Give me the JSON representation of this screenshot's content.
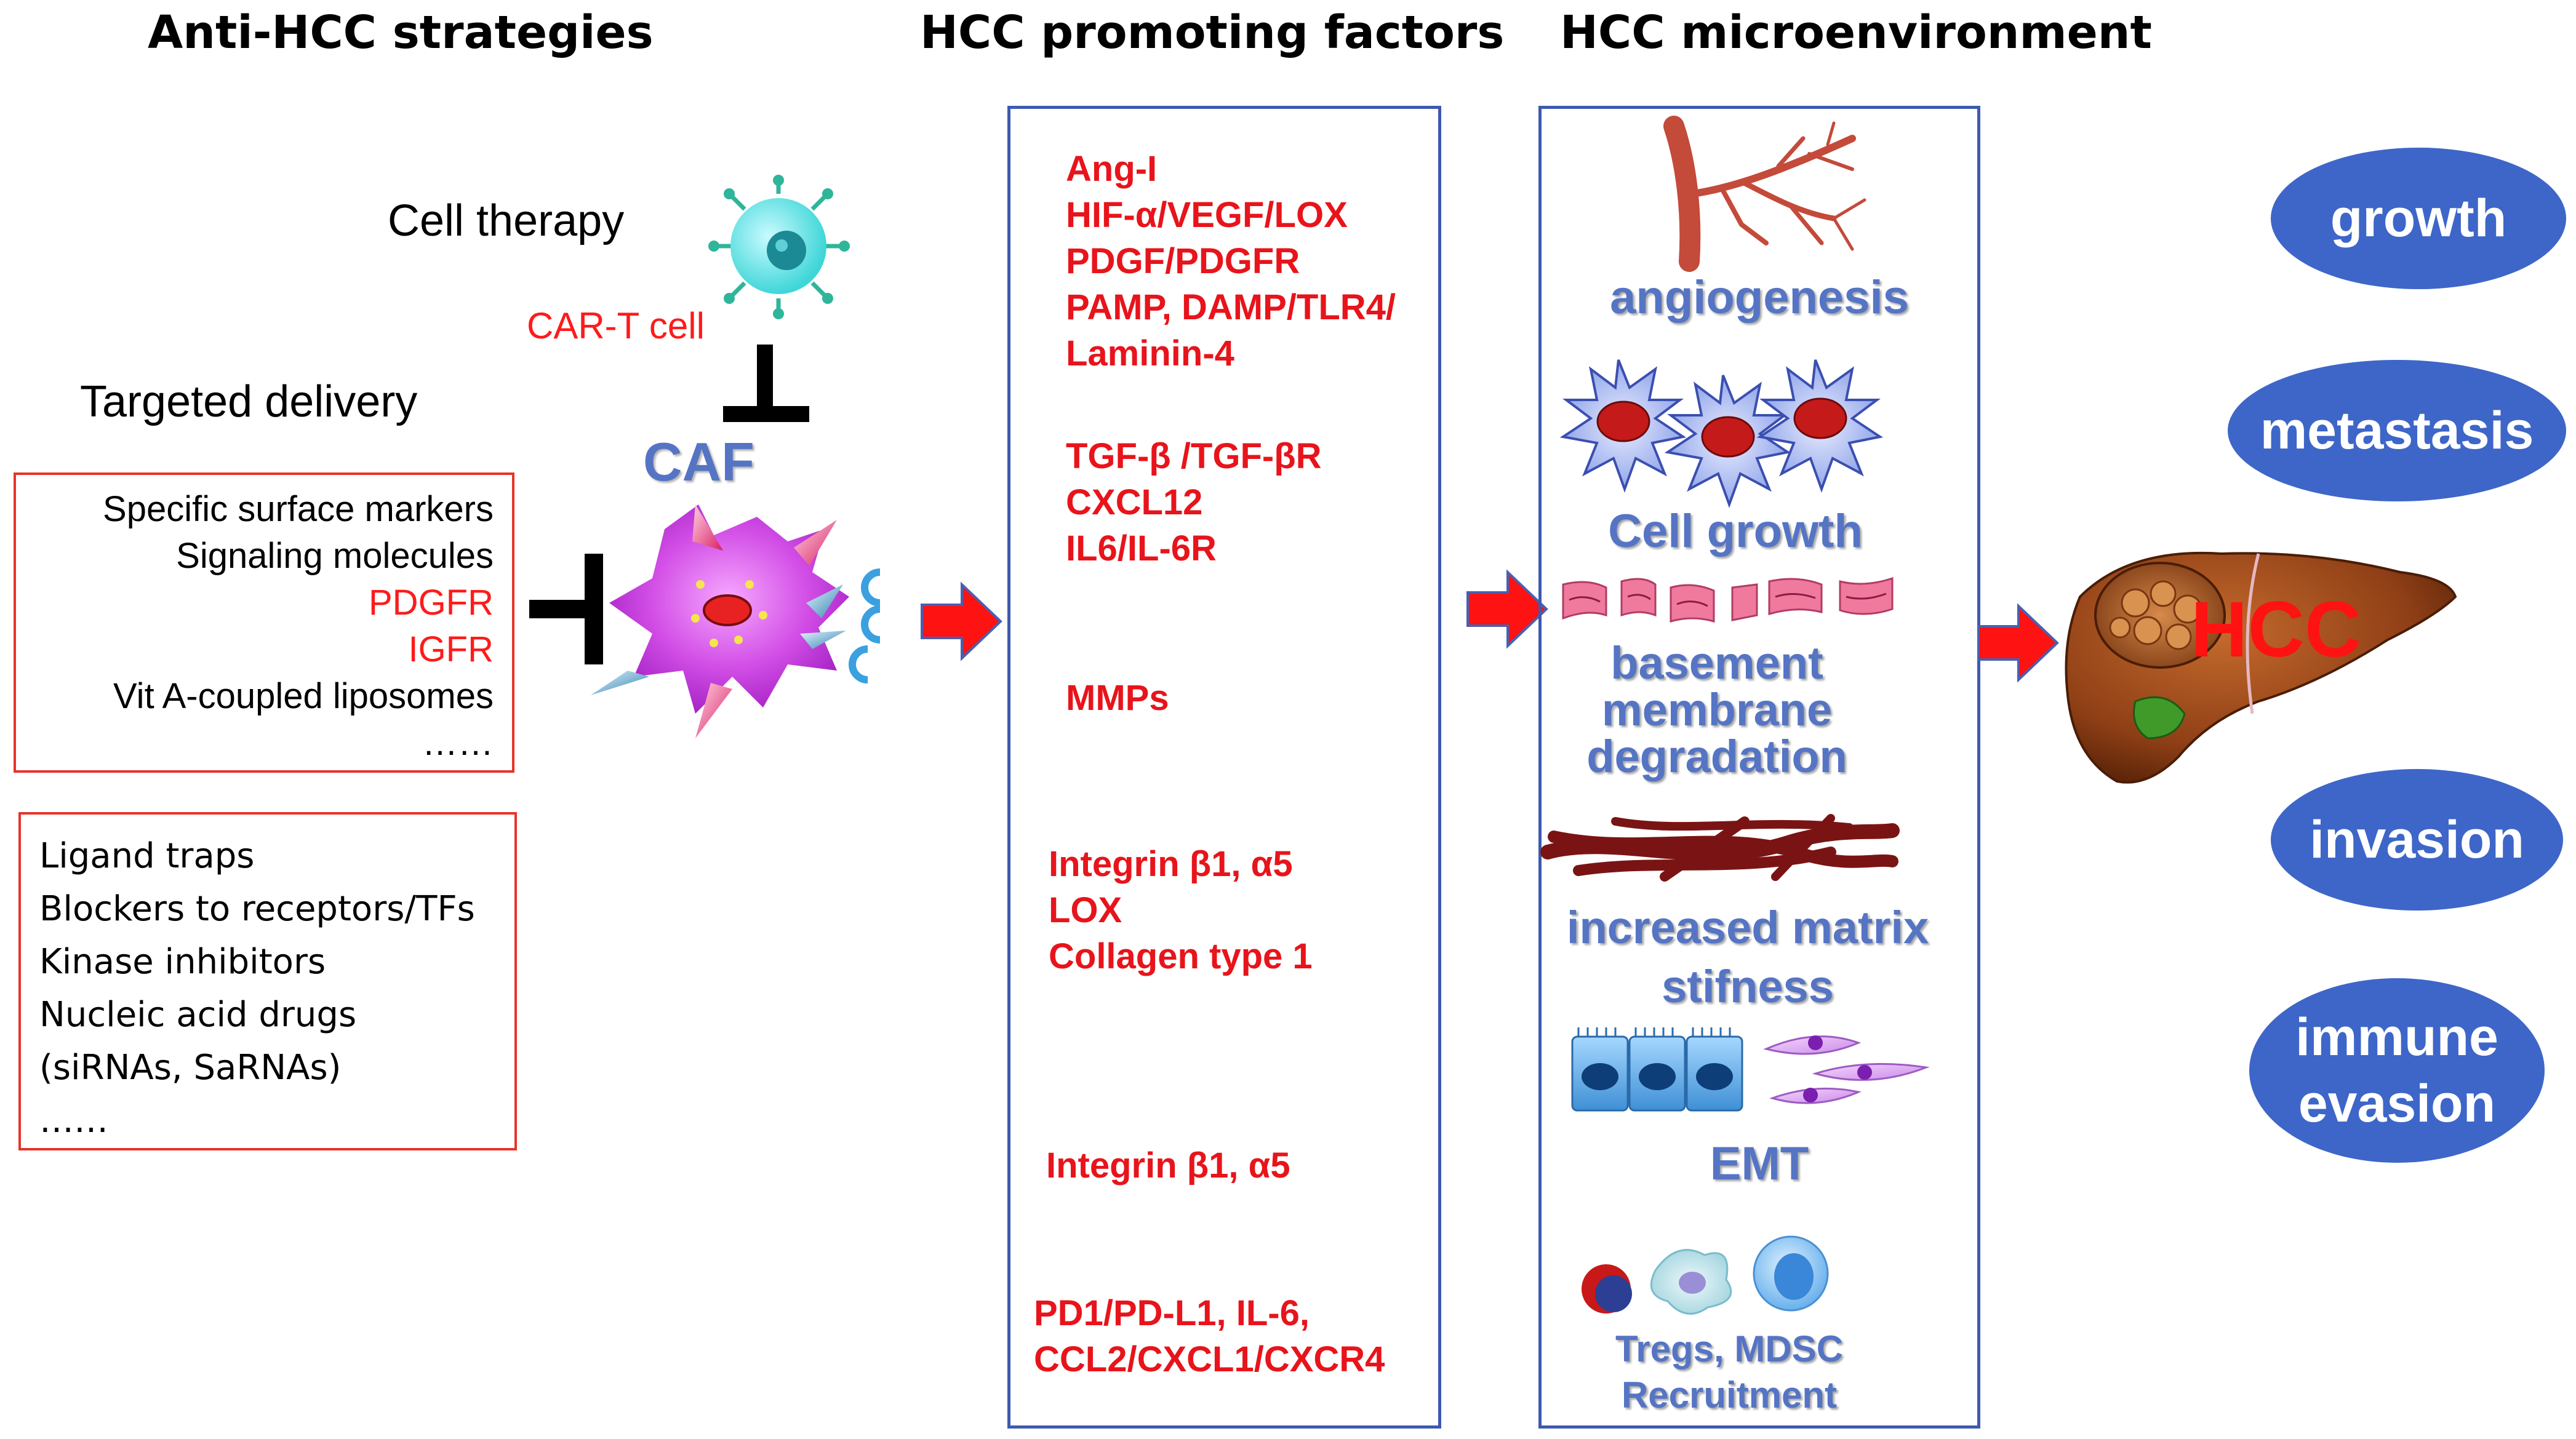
{
  "headers": {
    "strategies": "Anti-HCC strategies",
    "factors": "HCC promoting factors",
    "microenvironment": "HCC microenvironment"
  },
  "left": {
    "cell_therapy": "Cell therapy",
    "car_t": "CAR-T cell",
    "targeted_delivery": "Targeted delivery",
    "caf": "CAF",
    "delivery_box": [
      "Specific surface markers",
      "Signaling molecules",
      "PDGFR",
      "IGFR",
      "Vit A-coupled liposomes",
      "……"
    ],
    "drugs_box": [
      "Ligand traps",
      "Blockers to receptors/TFs",
      "Kinase inhibitors",
      "Nucleic acid drugs",
      "(siRNAs, SaRNAs)",
      "……"
    ]
  },
  "factors": {
    "group1": [
      "Ang-I",
      "HIF-α/VEGF/LOX",
      "PDGF/PDGFR",
      "PAMP, DAMP/TLR4/",
      "Laminin-4"
    ],
    "group2": [
      "TGF-β /TGF-βR",
      "CXCL12",
      "IL6/IL-6R"
    ],
    "group3": [
      "MMPs"
    ],
    "group4": [
      "Integrin β1, α5",
      "LOX",
      "Collagen type 1"
    ],
    "group5": [
      "Integrin β1, α5"
    ],
    "group6": [
      "PD1/PD-L1, IL-6,",
      "CCL2/CXCL1/CXCR4"
    ]
  },
  "microenvironment": {
    "angiogenesis": "angiogenesis",
    "cell_growth": "Cell growth",
    "basement": [
      "basement",
      "membrane",
      "degradation"
    ],
    "matrix": [
      "increased matrix",
      "stifness"
    ],
    "emt": "EMT",
    "recruitment": [
      "Tregs, MDSC",
      "Recruitment"
    ]
  },
  "outcomes": {
    "hcc": "HCC",
    "growth": "growth",
    "metastasis": "metastasis",
    "invasion": "invasion",
    "immune_evasion": [
      "immune",
      "evasion"
    ]
  },
  "colors": {
    "red_text": "#e8141b",
    "blue_text": "#5574c4",
    "oval_fill": "#3d66c8",
    "box_border_red": "#e8332a",
    "box_border_blue": "#3d5ab0"
  }
}
